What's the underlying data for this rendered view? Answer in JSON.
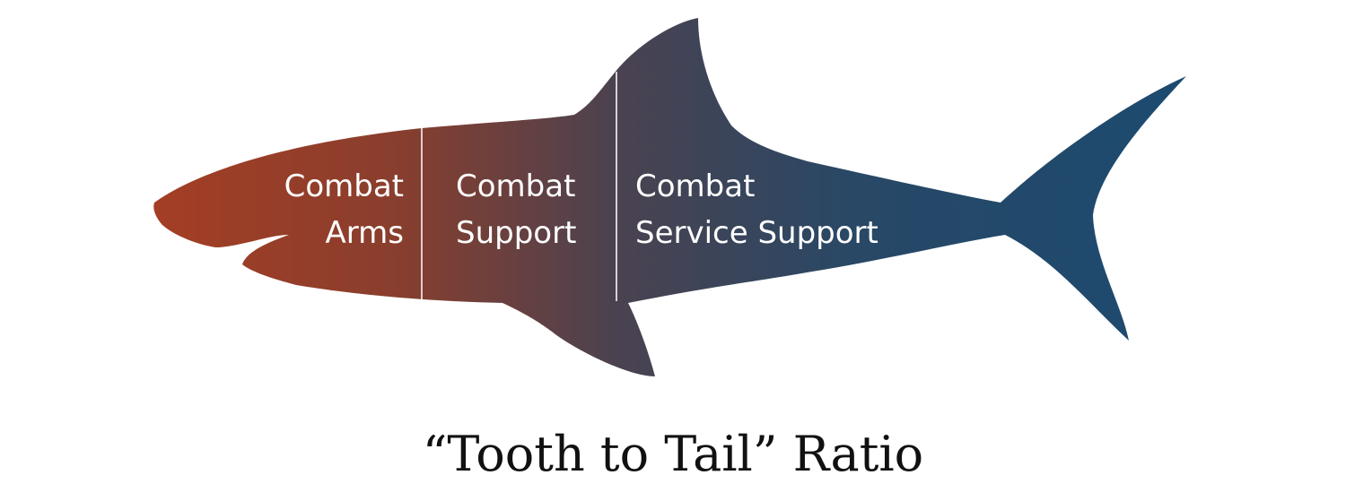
{
  "diagram": {
    "sections": [
      {
        "line1": "Combat",
        "line2": "Arms"
      },
      {
        "line1": "Combat",
        "line2": "Support"
      },
      {
        "line1": "Combat",
        "line2": "Service Support"
      }
    ],
    "caption": "“Tooth to Tail” Ratio"
  },
  "colors": {
    "head": "#a43e24",
    "middle": "#4a4250",
    "tail": "#1c4a70",
    "label": "#ffffff",
    "divider": "#ffffff",
    "caption": "#111111"
  }
}
